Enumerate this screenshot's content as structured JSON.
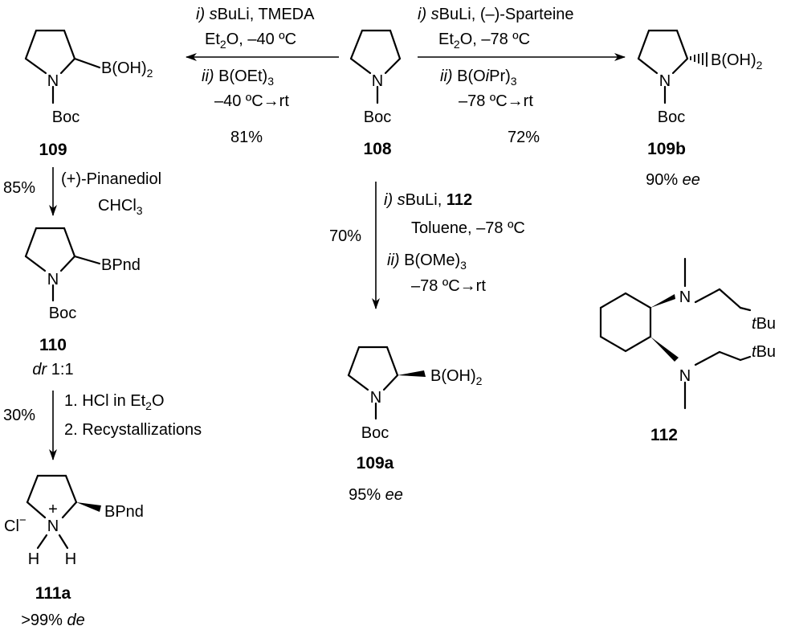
{
  "atoms": {
    "N": "N",
    "Boc": "Boc",
    "BOH2": "B(OH)",
    "BOH2_sub": "2",
    "BPnd": "BPnd",
    "tBu_t": "t",
    "tBu_Bu": "Bu",
    "Cl": "Cl",
    "minus": "−",
    "plus": "+",
    "H": "H"
  },
  "compounds": {
    "c109": {
      "label": "109"
    },
    "c108": {
      "label": "108"
    },
    "c109b": {
      "label": "109b",
      "ee_value": "90% ",
      "ee_unit": "ee"
    },
    "c110": {
      "label": "110",
      "dr_prefix": "dr",
      "dr_value": " 1:1"
    },
    "c109a": {
      "label": "109a",
      "ee_value": "95% ",
      "ee_unit": "ee"
    },
    "c112": {
      "label": "112"
    },
    "c111a": {
      "label": "111a",
      "de_value": ">99% ",
      "de_unit": "de"
    }
  },
  "reactions": {
    "to109": {
      "step1_num": "i)",
      "step1_s": " s",
      "step1_reagent": "BuLi, TMEDA",
      "solvent": "Et",
      "solvent_sub": "2",
      "solvent_rest": "O, –40 ºC",
      "step2_num": "ii)",
      "step2_reagent": " B(OEt)",
      "step2_sub": "3",
      "temp": "–40 ºC→rt",
      "yield": "81%"
    },
    "to109b": {
      "step1_num": "i)",
      "step1_s": " s",
      "step1_reagent": "BuLi, (–)-Sparteine",
      "solvent": "Et",
      "solvent_sub": "2",
      "solvent_rest": "O, –78 ºC",
      "step2_num": "ii)",
      "step2_a": " B(O",
      "step2_i": "i",
      "step2_b": "Pr)",
      "step2_sub": "3",
      "temp": "–78 ºC→rt",
      "yield": "72%"
    },
    "to109a": {
      "step1_num": "i)",
      "step1_s": " s",
      "step1_reagent": "BuLi, ",
      "step1_bold": "112",
      "solvent": "Toluene, –78 ºC",
      "step2_num": "ii)",
      "step2_reagent": " B(OMe)",
      "step2_sub": "3",
      "temp": "–78 ºC→rt",
      "yield": "70%"
    },
    "to110": {
      "yield": "85%",
      "reagent": "(+)-Pinanediol",
      "solvent": "CHCl",
      "solvent_sub": "3"
    },
    "to111a": {
      "yield": "30%",
      "step1": "1. HCl in Et",
      "step1_sub": "2",
      "step1_rest": "O",
      "step2": "2. Recystallizations"
    }
  }
}
